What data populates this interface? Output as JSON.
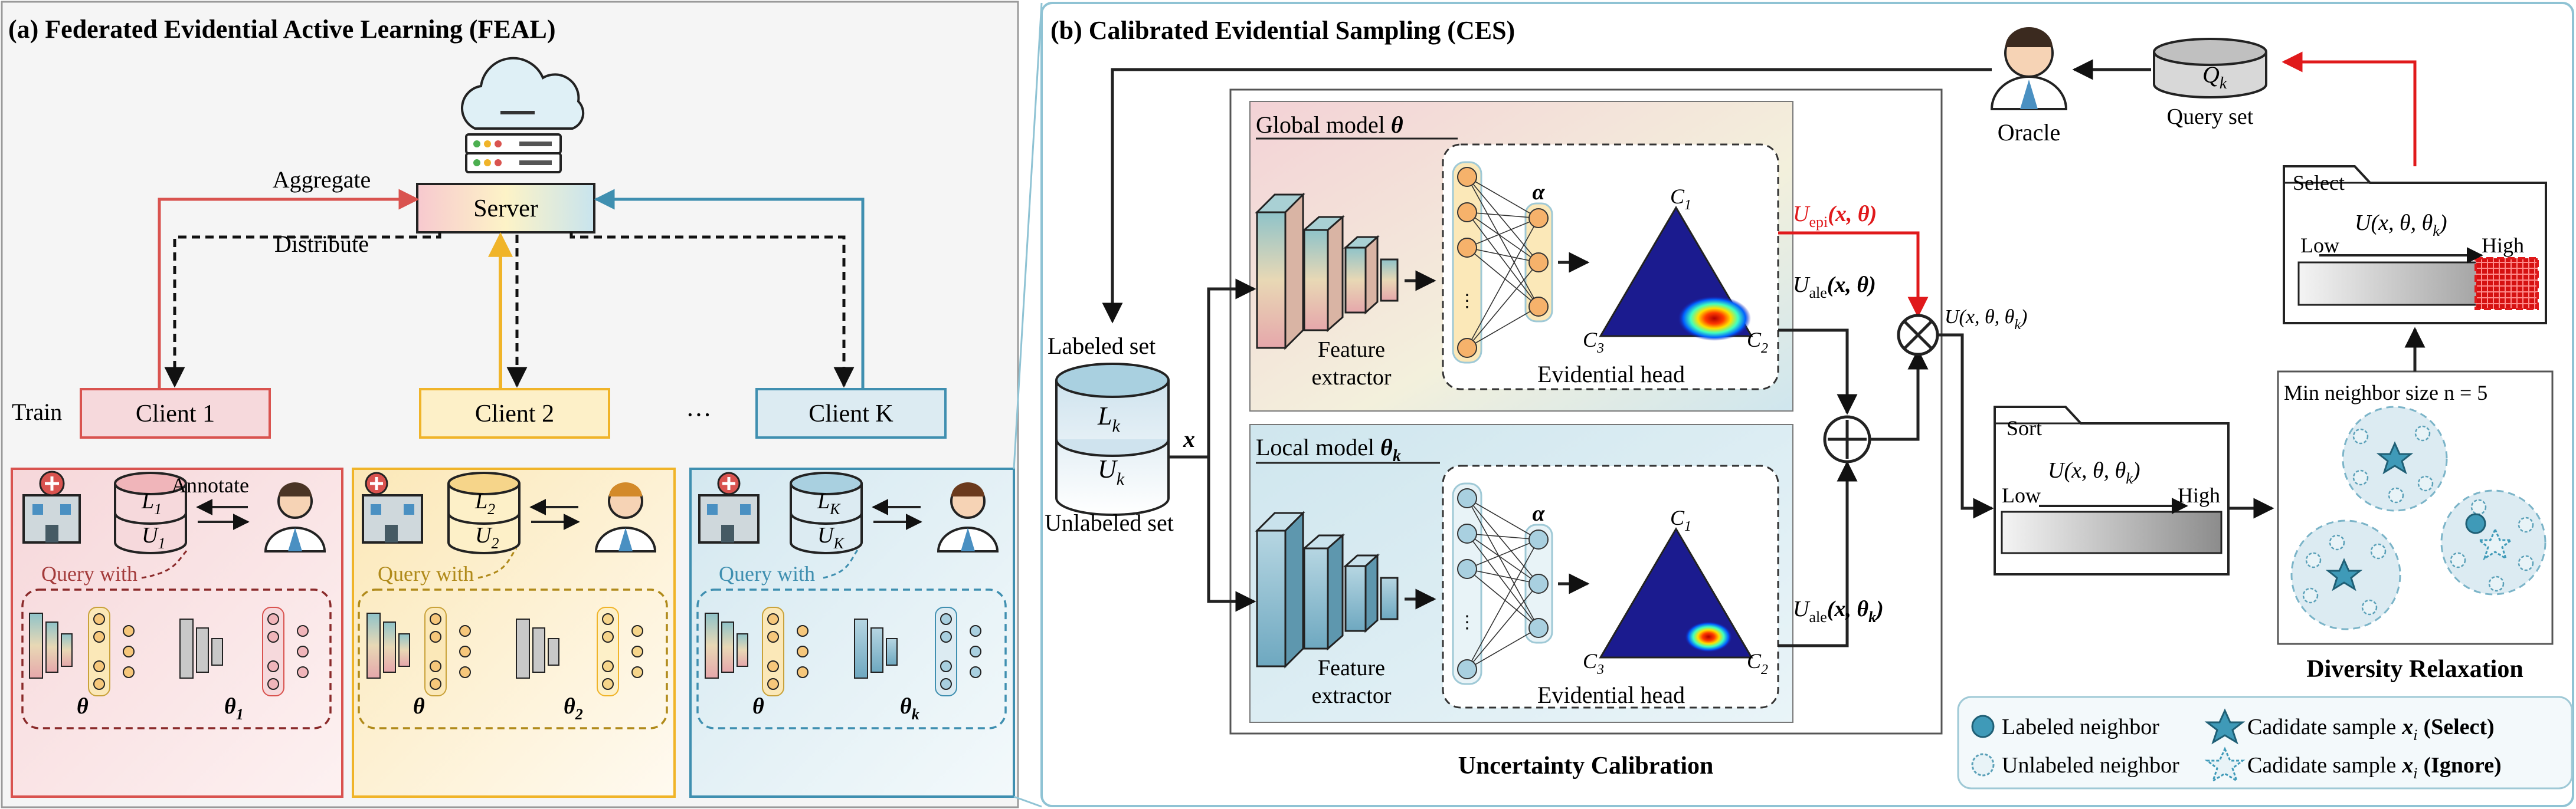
{
  "colors": {
    "red": "#d9534f",
    "yellow": "#f0b429",
    "blue": "#3f8fb0",
    "pink_fill": "#f7dfe0",
    "yellow_fill": "#fdf0c8",
    "blue_fill": "#dcebf2",
    "accent_red": "#e0191b"
  },
  "panel_a": {
    "title": "(a) Federated Evidential Active Learning (FEAL)",
    "server": "Server",
    "aggregate": "Aggregate",
    "distribute": "Distribute",
    "train": "Train",
    "annotate": "Annotate",
    "ellipsis": "···",
    "clients": [
      {
        "name": "Client 1",
        "labeled": "L",
        "labeled_sub": "1",
        "unlabeled": "U",
        "unlabeled_sub": "1",
        "query": "Query with",
        "theta": "θ",
        "theta_local": "θ",
        "theta_local_sub": "1"
      },
      {
        "name": "Client 2",
        "labeled": "L",
        "labeled_sub": "2",
        "unlabeled": "U",
        "unlabeled_sub": "2",
        "query": "Query with",
        "theta": "θ",
        "theta_local": "θ",
        "theta_local_sub": "2"
      },
      {
        "name": "Client K",
        "labeled": "L",
        "labeled_sub": "K",
        "unlabeled": "U",
        "unlabeled_sub": "K",
        "query": "Query with",
        "theta": "θ",
        "theta_local": "θ",
        "theta_local_sub": "k"
      }
    ]
  },
  "panel_b": {
    "title": "(b) Calibrated Evidential Sampling (CES)",
    "oracle": "Oracle",
    "query_set": "Query set",
    "query_set_symbol": "Q",
    "query_set_sub": "k",
    "labeled_set": "Labeled set",
    "unlabeled_set": "Unlabeled set",
    "x_symbol": "x",
    "db_L": "L",
    "db_L_sub": "k",
    "db_U": "U",
    "db_U_sub": "k",
    "global_model": "Global model",
    "global_model_sym": "θ",
    "local_model": "Local model",
    "local_model_sym": "θ",
    "local_model_sub": "k",
    "feature_extractor_1": "Feature",
    "feature_extractor_2": "extractor",
    "evidential_head": "Evidential head",
    "alpha": "α",
    "c1": "C",
    "c1_sub": "1",
    "c2": "C",
    "c2_sub": "2",
    "c3": "C",
    "c3_sub": "3",
    "u_epi": "U",
    "u_epi_sub": "epi",
    "u_epi_args": "(x, θ)",
    "u_ale_global": "U",
    "u_ale_sub": "ale",
    "u_ale_global_args": "(x, θ)",
    "u_ale_local_args": "(x, θ",
    "u_ale_local_args_sub": "k",
    "u_ale_local_close": ")",
    "u_total": "U(x, θ, θ",
    "u_total_sub": "k",
    "u_total_close": ")",
    "uncertainty_calibration": "Uncertainty Calibration",
    "sort_tab": "Sort",
    "low": "Low",
    "high": "High",
    "select_tab": "Select",
    "min_neighbor": "Min neighbor size n = 5",
    "diversity_relaxation": "Diversity Relaxation",
    "legend": {
      "labeled_neighbor": "Labeled neighbor",
      "unlabeled_neighbor": "Unlabeled neighbor",
      "candidate_select": "Cadidate sample",
      "candidate_select_tag": "(Select)",
      "candidate_ignore": "Cadidate sample",
      "candidate_ignore_tag": "(Ignore)",
      "xi": "x",
      "xi_sub": "i"
    }
  }
}
